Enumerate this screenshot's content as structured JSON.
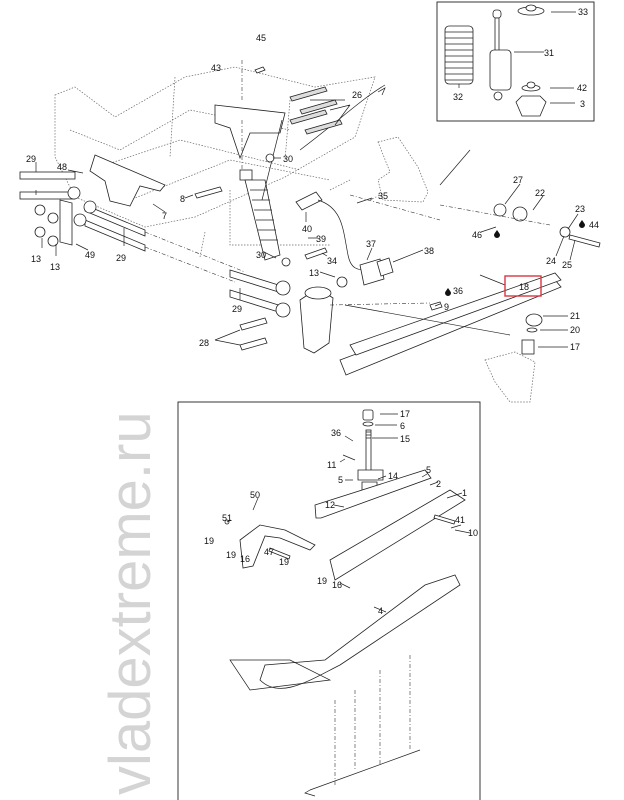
{
  "watermark": "vladextreme.ru",
  "highlighted_part": "18",
  "highlight_color": "#d9363e",
  "shock_inset": {
    "labels": [
      "33",
      "31",
      "32",
      "42",
      "3"
    ]
  },
  "main": {
    "labels": [
      "45",
      "43",
      "26",
      "30",
      "29",
      "48",
      "8",
      "7",
      "13",
      "13",
      "49",
      "29",
      "40",
      "35",
      "39",
      "30",
      "34",
      "37",
      "38",
      "13",
      "29",
      "28",
      "9",
      "36",
      "18",
      "27",
      "22",
      "46",
      "23",
      "44",
      "24",
      "25",
      "21",
      "20",
      "17"
    ]
  },
  "ski_inset": {
    "labels": [
      "17",
      "6",
      "36",
      "15",
      "11",
      "5",
      "14",
      "5",
      "2",
      "12",
      "1",
      "50",
      "51",
      "19",
      "41",
      "10",
      "19",
      "16",
      "47",
      "19",
      "19",
      "16",
      "4"
    ]
  }
}
